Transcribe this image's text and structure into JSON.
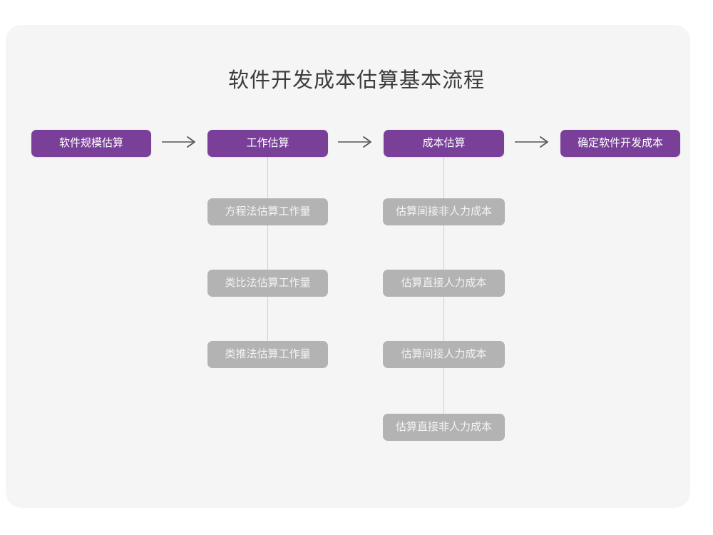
{
  "title": "软件开发成本估算基本流程",
  "colors": {
    "canvas": "#ffffff",
    "card": "#f5f5f5",
    "primary": "#7a4099",
    "secondary": "#b3b3b3",
    "connector": "#cfcfcf",
    "title_text": "#3c3c3c",
    "primary_text": "#ffffff",
    "secondary_text": "#f3f3f3"
  },
  "chart_data": {
    "type": "diagram",
    "title": "软件开发成本估算基本流程",
    "flow_direction": "left-to-right",
    "main_steps": [
      {
        "id": "step1",
        "label": "软件规模估算",
        "substeps": []
      },
      {
        "id": "step2",
        "label": "工作估算",
        "substeps": [
          "方程法估算工作量",
          "类比法估算工作量",
          "类推法估算工作量"
        ]
      },
      {
        "id": "step3",
        "label": "成本估算",
        "substeps": [
          "估算间接非人力成本",
          "估算直接人力成本",
          "估算间接人力成本",
          "估算直接非人力成本"
        ]
      },
      {
        "id": "step4",
        "label": "确定软件开发成本",
        "substeps": []
      }
    ],
    "connectors": [
      {
        "from": "step1",
        "to": "step2",
        "style": "arrow"
      },
      {
        "from": "step2",
        "to": "step3",
        "style": "arrow"
      },
      {
        "from": "step3",
        "to": "step4",
        "style": "arrow"
      }
    ]
  },
  "main_row": {
    "items": [
      {
        "label": "软件规模估算"
      },
      {
        "label": "工作估算"
      },
      {
        "label": "成本估算"
      },
      {
        "label": "确定软件开发成本"
      }
    ]
  },
  "arrows": {
    "a1": "→",
    "a2": "→",
    "a3": "→"
  },
  "column_2": {
    "parent": "工作估算",
    "items": [
      {
        "label": "方程法估算工作量"
      },
      {
        "label": "类比法估算工作量"
      },
      {
        "label": "类推法估算工作量"
      }
    ]
  },
  "column_3": {
    "parent": "成本估算",
    "items": [
      {
        "label": "估算间接非人力成本"
      },
      {
        "label": "估算直接人力成本"
      },
      {
        "label": "估算间接人力成本"
      },
      {
        "label": "估算直接非人力成本"
      }
    ]
  }
}
